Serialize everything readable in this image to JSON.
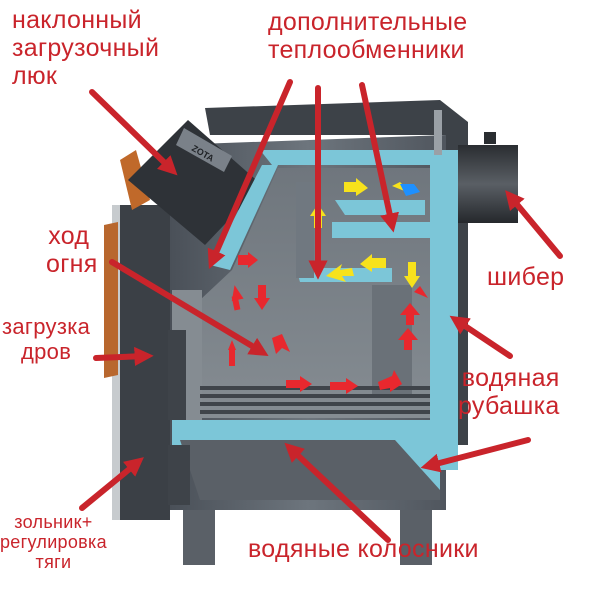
{
  "labels": {
    "loading_hatch": [
      "наклонный",
      "загрузочный",
      "люк"
    ],
    "heat_exchangers": [
      "дополнительные",
      "теплообменники"
    ],
    "fire_path": [
      "ход",
      "огня"
    ],
    "wood_loading": [
      "загрузка",
      "дров"
    ],
    "damper": "шибер",
    "water_jacket": [
      "водяная",
      "рубашка"
    ],
    "ash_pan": [
      "зольник+",
      "регулировка",
      "тяги"
    ],
    "water_grates": "водяные колосники"
  },
  "door_plate": "ZOTA",
  "colors": {
    "label_red": "#c9242b",
    "water_blue": "#7cc6d8",
    "steel_gray": "#5f6770",
    "flame_red": "#e8282e",
    "flue_yellow": "#f7e21c"
  }
}
